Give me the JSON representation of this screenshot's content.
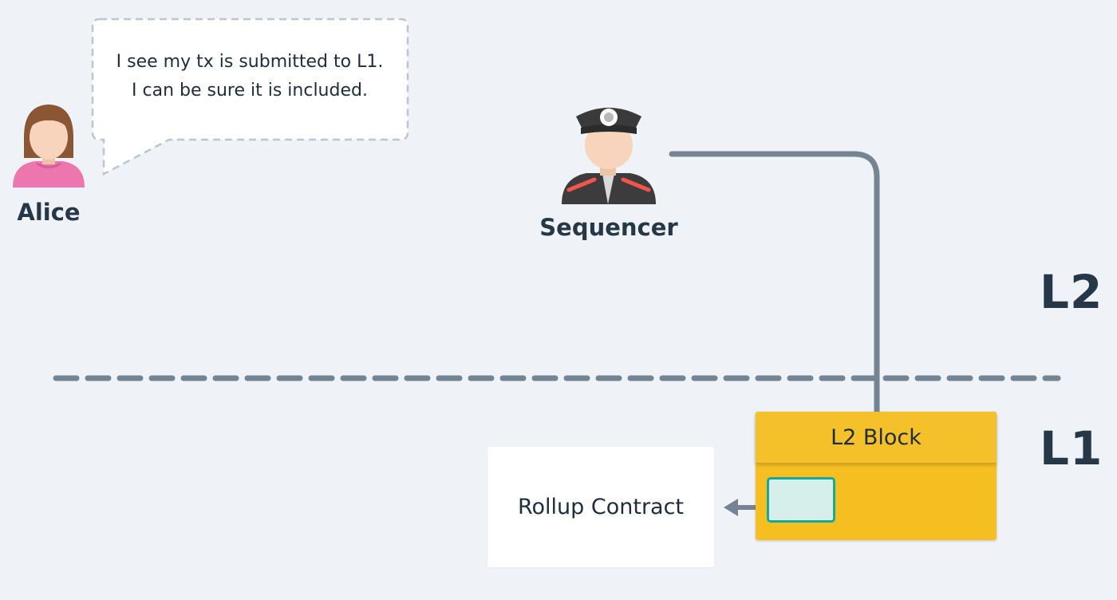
{
  "actors": {
    "alice": {
      "label": "Alice",
      "icon": "woman-avatar-icon"
    },
    "sequencer": {
      "label": "Sequencer",
      "icon": "officer-avatar-icon"
    }
  },
  "speech_bubble": {
    "line1": "I see my tx is submitted to L1.",
    "line2": "I can be sure it is included."
  },
  "layers": {
    "upper": "L2",
    "lower": "L1"
  },
  "rollup_contract": {
    "label": "Rollup Contract"
  },
  "l2_block": {
    "label": "L2 Block"
  },
  "colors": {
    "background": "#eff2f6",
    "connector": "#758493",
    "block": "#f5bf22",
    "tx": "#d6efea",
    "tx_border": "#16a99a",
    "text": "#263747"
  }
}
